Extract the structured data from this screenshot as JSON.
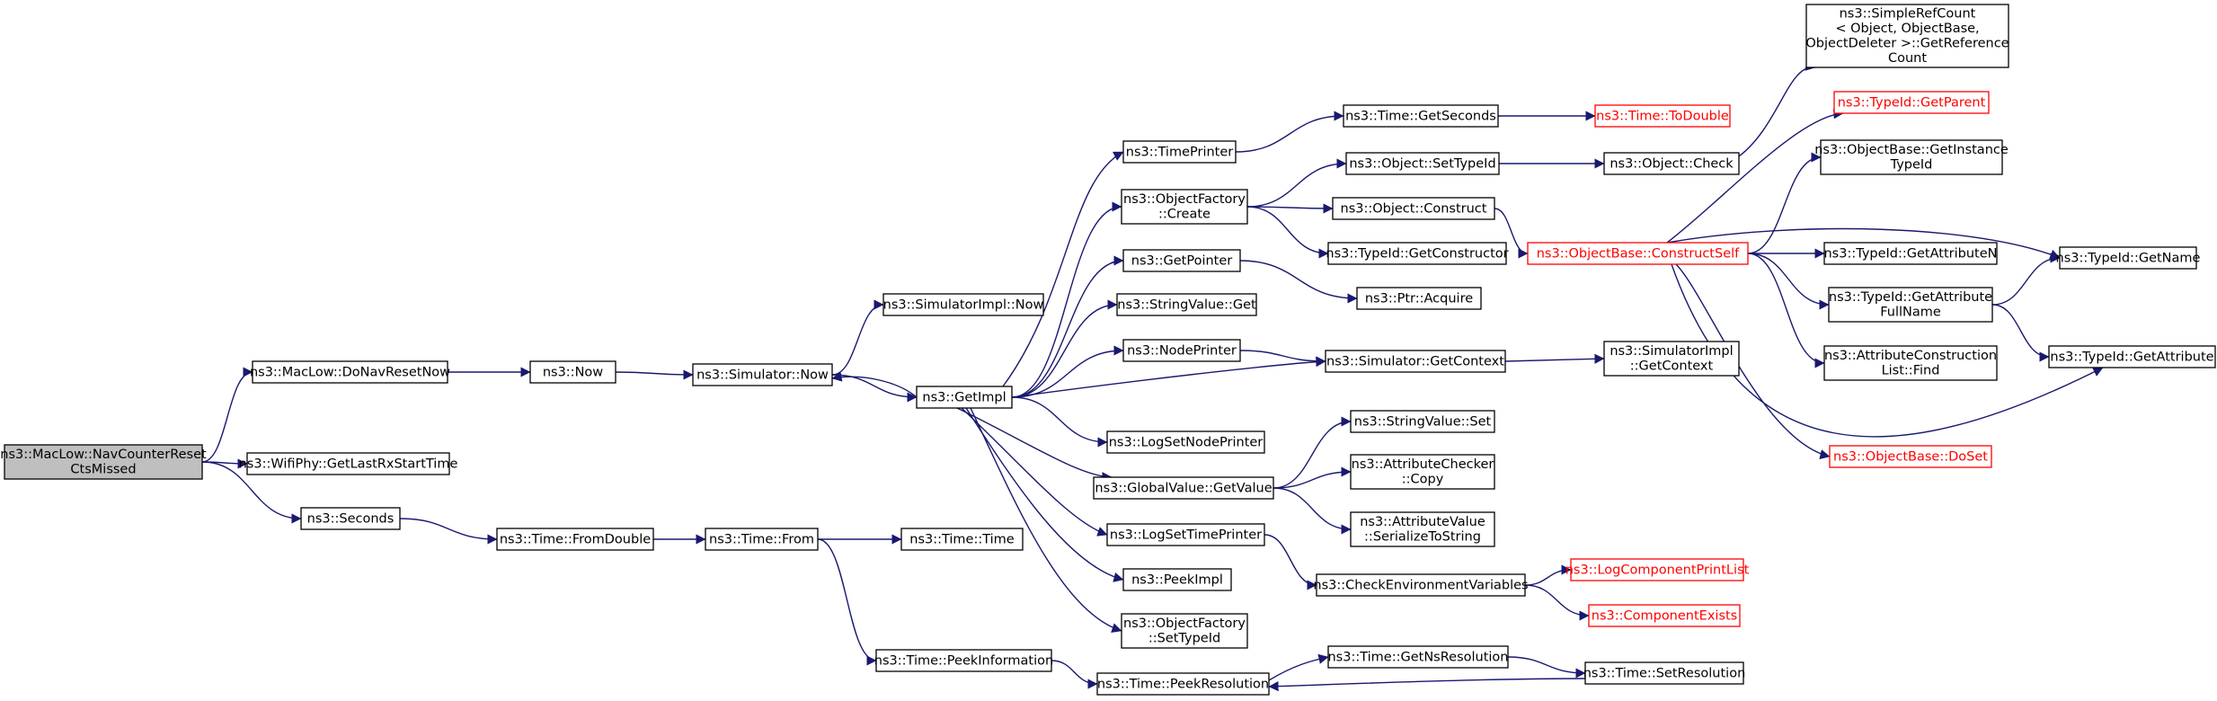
{
  "nodes": [
    {
      "id": "root",
      "lines": [
        "ns3::MacLow::NavCounterReset",
        "CtsMissed"
      ],
      "kind": "root",
      "link": false
    },
    {
      "id": "doNavReset",
      "lines": [
        "ns3::MacLow::DoNavResetNow"
      ],
      "kind": "normal",
      "link": true
    },
    {
      "id": "wifiPhy",
      "lines": [
        "ns3::WifiPhy::GetLastRxStartTime"
      ],
      "kind": "normal",
      "link": true
    },
    {
      "id": "seconds",
      "lines": [
        "ns3::Seconds"
      ],
      "kind": "normal",
      "link": true
    },
    {
      "id": "now",
      "lines": [
        "ns3::Now"
      ],
      "kind": "normal",
      "link": true
    },
    {
      "id": "fromDouble",
      "lines": [
        "ns3::Time::FromDouble"
      ],
      "kind": "normal",
      "link": true
    },
    {
      "id": "simNow",
      "lines": [
        "ns3::Simulator::Now"
      ],
      "kind": "normal",
      "link": true
    },
    {
      "id": "timeFrom",
      "lines": [
        "ns3::Time::From"
      ],
      "kind": "normal",
      "link": true
    },
    {
      "id": "simImplNow",
      "lines": [
        "ns3::SimulatorImpl::Now"
      ],
      "kind": "normal",
      "link": true
    },
    {
      "id": "getImpl",
      "lines": [
        "ns3::GetImpl"
      ],
      "kind": "normal",
      "link": true
    },
    {
      "id": "timeTime",
      "lines": [
        "ns3::Time::Time"
      ],
      "kind": "normal",
      "link": true
    },
    {
      "id": "peekInfo",
      "lines": [
        "ns3::Time::PeekInformation"
      ],
      "kind": "normal",
      "link": true
    },
    {
      "id": "timePrinter",
      "lines": [
        "ns3::TimePrinter"
      ],
      "kind": "normal",
      "link": true
    },
    {
      "id": "objFactoryCreate",
      "lines": [
        "ns3::ObjectFactory",
        "::Create"
      ],
      "kind": "normal",
      "link": true
    },
    {
      "id": "getPointer",
      "lines": [
        "ns3::GetPointer"
      ],
      "kind": "normal",
      "link": true
    },
    {
      "id": "stringValueGet",
      "lines": [
        "ns3::StringValue::Get"
      ],
      "kind": "normal",
      "link": true
    },
    {
      "id": "nodePrinter",
      "lines": [
        "ns3::NodePrinter"
      ],
      "kind": "normal",
      "link": true
    },
    {
      "id": "logSetNodePrinter",
      "lines": [
        "ns3::LogSetNodePrinter"
      ],
      "kind": "normal",
      "link": true
    },
    {
      "id": "globalGetValue",
      "lines": [
        "ns3::GlobalValue::GetValue"
      ],
      "kind": "normal",
      "link": true
    },
    {
      "id": "logSetTimePrinter",
      "lines": [
        "ns3::LogSetTimePrinter"
      ],
      "kind": "normal",
      "link": true
    },
    {
      "id": "peekImpl",
      "lines": [
        "ns3::PeekImpl"
      ],
      "kind": "normal",
      "link": true
    },
    {
      "id": "objFactorySetTypeId",
      "lines": [
        "ns3::ObjectFactory",
        "::SetTypeId"
      ],
      "kind": "normal",
      "link": true
    },
    {
      "id": "peekResolution",
      "lines": [
        "ns3::Time::PeekResolution"
      ],
      "kind": "normal",
      "link": true
    },
    {
      "id": "timeGetSeconds",
      "lines": [
        "ns3::Time::GetSeconds"
      ],
      "kind": "normal",
      "link": true
    },
    {
      "id": "objSetTypeId",
      "lines": [
        "ns3::Object::SetTypeId"
      ],
      "kind": "normal",
      "link": true
    },
    {
      "id": "objConstruct",
      "lines": [
        "ns3::Object::Construct"
      ],
      "kind": "normal",
      "link": true
    },
    {
      "id": "typeIdGetConstructor",
      "lines": [
        "ns3::TypeId::GetConstructor"
      ],
      "kind": "normal",
      "link": true
    },
    {
      "id": "ptrAcquire",
      "lines": [
        "ns3::Ptr::Acquire"
      ],
      "kind": "normal",
      "link": true
    },
    {
      "id": "simGetContext",
      "lines": [
        "ns3::Simulator::GetContext"
      ],
      "kind": "normal",
      "link": true
    },
    {
      "id": "stringValueSet",
      "lines": [
        "ns3::StringValue::Set"
      ],
      "kind": "normal",
      "link": true
    },
    {
      "id": "attrCheckerCopy",
      "lines": [
        "ns3::AttributeChecker",
        "::Copy"
      ],
      "kind": "normal",
      "link": true
    },
    {
      "id": "attrValueSerialize",
      "lines": [
        "ns3::AttributeValue",
        "::SerializeToString"
      ],
      "kind": "normal",
      "link": true
    },
    {
      "id": "checkEnvVars",
      "lines": [
        "ns3::CheckEnvironmentVariables"
      ],
      "kind": "normal",
      "link": true
    },
    {
      "id": "getNsResolution",
      "lines": [
        "ns3::Time::GetNsResolution"
      ],
      "kind": "normal",
      "link": true
    },
    {
      "id": "timeToDouble",
      "lines": [
        "ns3::Time::ToDouble"
      ],
      "kind": "red",
      "link": true
    },
    {
      "id": "objectCheck",
      "lines": [
        "ns3::Object::Check"
      ],
      "kind": "normal",
      "link": true
    },
    {
      "id": "constructSelf",
      "lines": [
        "ns3::ObjectBase::ConstructSelf"
      ],
      "kind": "red",
      "link": true
    },
    {
      "id": "simImplGetContext",
      "lines": [
        "ns3::SimulatorImpl",
        "::GetContext"
      ],
      "kind": "normal",
      "link": true
    },
    {
      "id": "logComponentPrintList",
      "lines": [
        "ns3::LogComponentPrintList"
      ],
      "kind": "red",
      "link": true
    },
    {
      "id": "componentExists",
      "lines": [
        "ns3::ComponentExists"
      ],
      "kind": "red",
      "link": true
    },
    {
      "id": "setResolution",
      "lines": [
        "ns3::Time::SetResolution"
      ],
      "kind": "normal",
      "link": true
    },
    {
      "id": "simpleRefCount",
      "lines": [
        "ns3::SimpleRefCount",
        "< Object, ObjectBase,",
        "ObjectDeleter >::GetReference",
        "Count"
      ],
      "kind": "normal",
      "link": true
    },
    {
      "id": "typeIdGetParent",
      "lines": [
        "ns3::TypeId::GetParent"
      ],
      "kind": "red",
      "link": true
    },
    {
      "id": "getInstanceTypeId",
      "lines": [
        "ns3::ObjectBase::GetInstance",
        "TypeId"
      ],
      "kind": "normal",
      "link": true
    },
    {
      "id": "typeIdGetAttributeN",
      "lines": [
        "ns3::TypeId::GetAttributeN"
      ],
      "kind": "normal",
      "link": true
    },
    {
      "id": "typeIdGetAttrFullName",
      "lines": [
        "ns3::TypeId::GetAttribute",
        "FullName"
      ],
      "kind": "normal",
      "link": true
    },
    {
      "id": "attrConstructionFind",
      "lines": [
        "ns3::AttributeConstruction",
        "List::Find"
      ],
      "kind": "normal",
      "link": true
    },
    {
      "id": "objectBaseDoSet",
      "lines": [
        "ns3::ObjectBase::DoSet"
      ],
      "kind": "red",
      "link": true
    },
    {
      "id": "typeIdGetName",
      "lines": [
        "ns3::TypeId::GetName"
      ],
      "kind": "normal",
      "link": true
    },
    {
      "id": "typeIdGetAttribute",
      "lines": [
        "ns3::TypeId::GetAttribute"
      ],
      "kind": "normal",
      "link": true
    }
  ],
  "edges": [
    [
      "root",
      "doNavReset"
    ],
    [
      "root",
      "wifiPhy"
    ],
    [
      "root",
      "seconds"
    ],
    [
      "doNavReset",
      "now"
    ],
    [
      "now",
      "simNow"
    ],
    [
      "simNow",
      "simImplNow"
    ],
    [
      "simNow",
      "getImpl"
    ],
    [
      "seconds",
      "fromDouble"
    ],
    [
      "fromDouble",
      "timeFrom"
    ],
    [
      "timeFrom",
      "timeTime"
    ],
    [
      "timeFrom",
      "peekInfo"
    ],
    [
      "peekInfo",
      "peekResolution"
    ],
    [
      "getImpl",
      "simNow"
    ],
    [
      "getImpl",
      "timePrinter"
    ],
    [
      "getImpl",
      "objFactoryCreate"
    ],
    [
      "getImpl",
      "getPointer"
    ],
    [
      "getImpl",
      "stringValueGet"
    ],
    [
      "getImpl",
      "nodePrinter"
    ],
    [
      "getImpl",
      "simGetContext"
    ],
    [
      "getImpl",
      "logSetNodePrinter"
    ],
    [
      "getImpl",
      "globalGetValue"
    ],
    [
      "getImpl",
      "logSetTimePrinter"
    ],
    [
      "getImpl",
      "peekImpl"
    ],
    [
      "getImpl",
      "objFactorySetTypeId"
    ],
    [
      "timePrinter",
      "timeGetSeconds"
    ],
    [
      "timeGetSeconds",
      "timeToDouble"
    ],
    [
      "objFactoryCreate",
      "objSetTypeId"
    ],
    [
      "objFactoryCreate",
      "objConstruct"
    ],
    [
      "objFactoryCreate",
      "typeIdGetConstructor"
    ],
    [
      "objSetTypeId",
      "objectCheck"
    ],
    [
      "objectCheck",
      "simpleRefCount"
    ],
    [
      "objConstruct",
      "constructSelf"
    ],
    [
      "getPointer",
      "ptrAcquire"
    ],
    [
      "nodePrinter",
      "simGetContext"
    ],
    [
      "simGetContext",
      "simImplGetContext"
    ],
    [
      "globalGetValue",
      "stringValueSet"
    ],
    [
      "globalGetValue",
      "attrCheckerCopy"
    ],
    [
      "globalGetValue",
      "attrValueSerialize"
    ],
    [
      "logSetTimePrinter",
      "checkEnvVars"
    ],
    [
      "checkEnvVars",
      "logComponentPrintList"
    ],
    [
      "checkEnvVars",
      "componentExists"
    ],
    [
      "peekResolution",
      "getNsResolution"
    ],
    [
      "getNsResolution",
      "setResolution"
    ],
    [
      "setResolution",
      "peekResolution"
    ],
    [
      "constructSelf",
      "typeIdGetParent"
    ],
    [
      "constructSelf",
      "getInstanceTypeId"
    ],
    [
      "constructSelf",
      "typeIdGetName"
    ],
    [
      "constructSelf",
      "typeIdGetAttributeN"
    ],
    [
      "constructSelf",
      "typeIdGetAttrFullName"
    ],
    [
      "constructSelf",
      "attrConstructionFind"
    ],
    [
      "constructSelf",
      "objectBaseDoSet"
    ],
    [
      "constructSelf",
      "typeIdGetAttribute"
    ],
    [
      "typeIdGetAttrFullName",
      "typeIdGetName"
    ],
    [
      "typeIdGetAttrFullName",
      "typeIdGetAttribute"
    ]
  ],
  "colors": {
    "edge": "#191970",
    "root_fill": "#bfbfbf",
    "missing_border": "#ff0000",
    "border": "#000000"
  }
}
